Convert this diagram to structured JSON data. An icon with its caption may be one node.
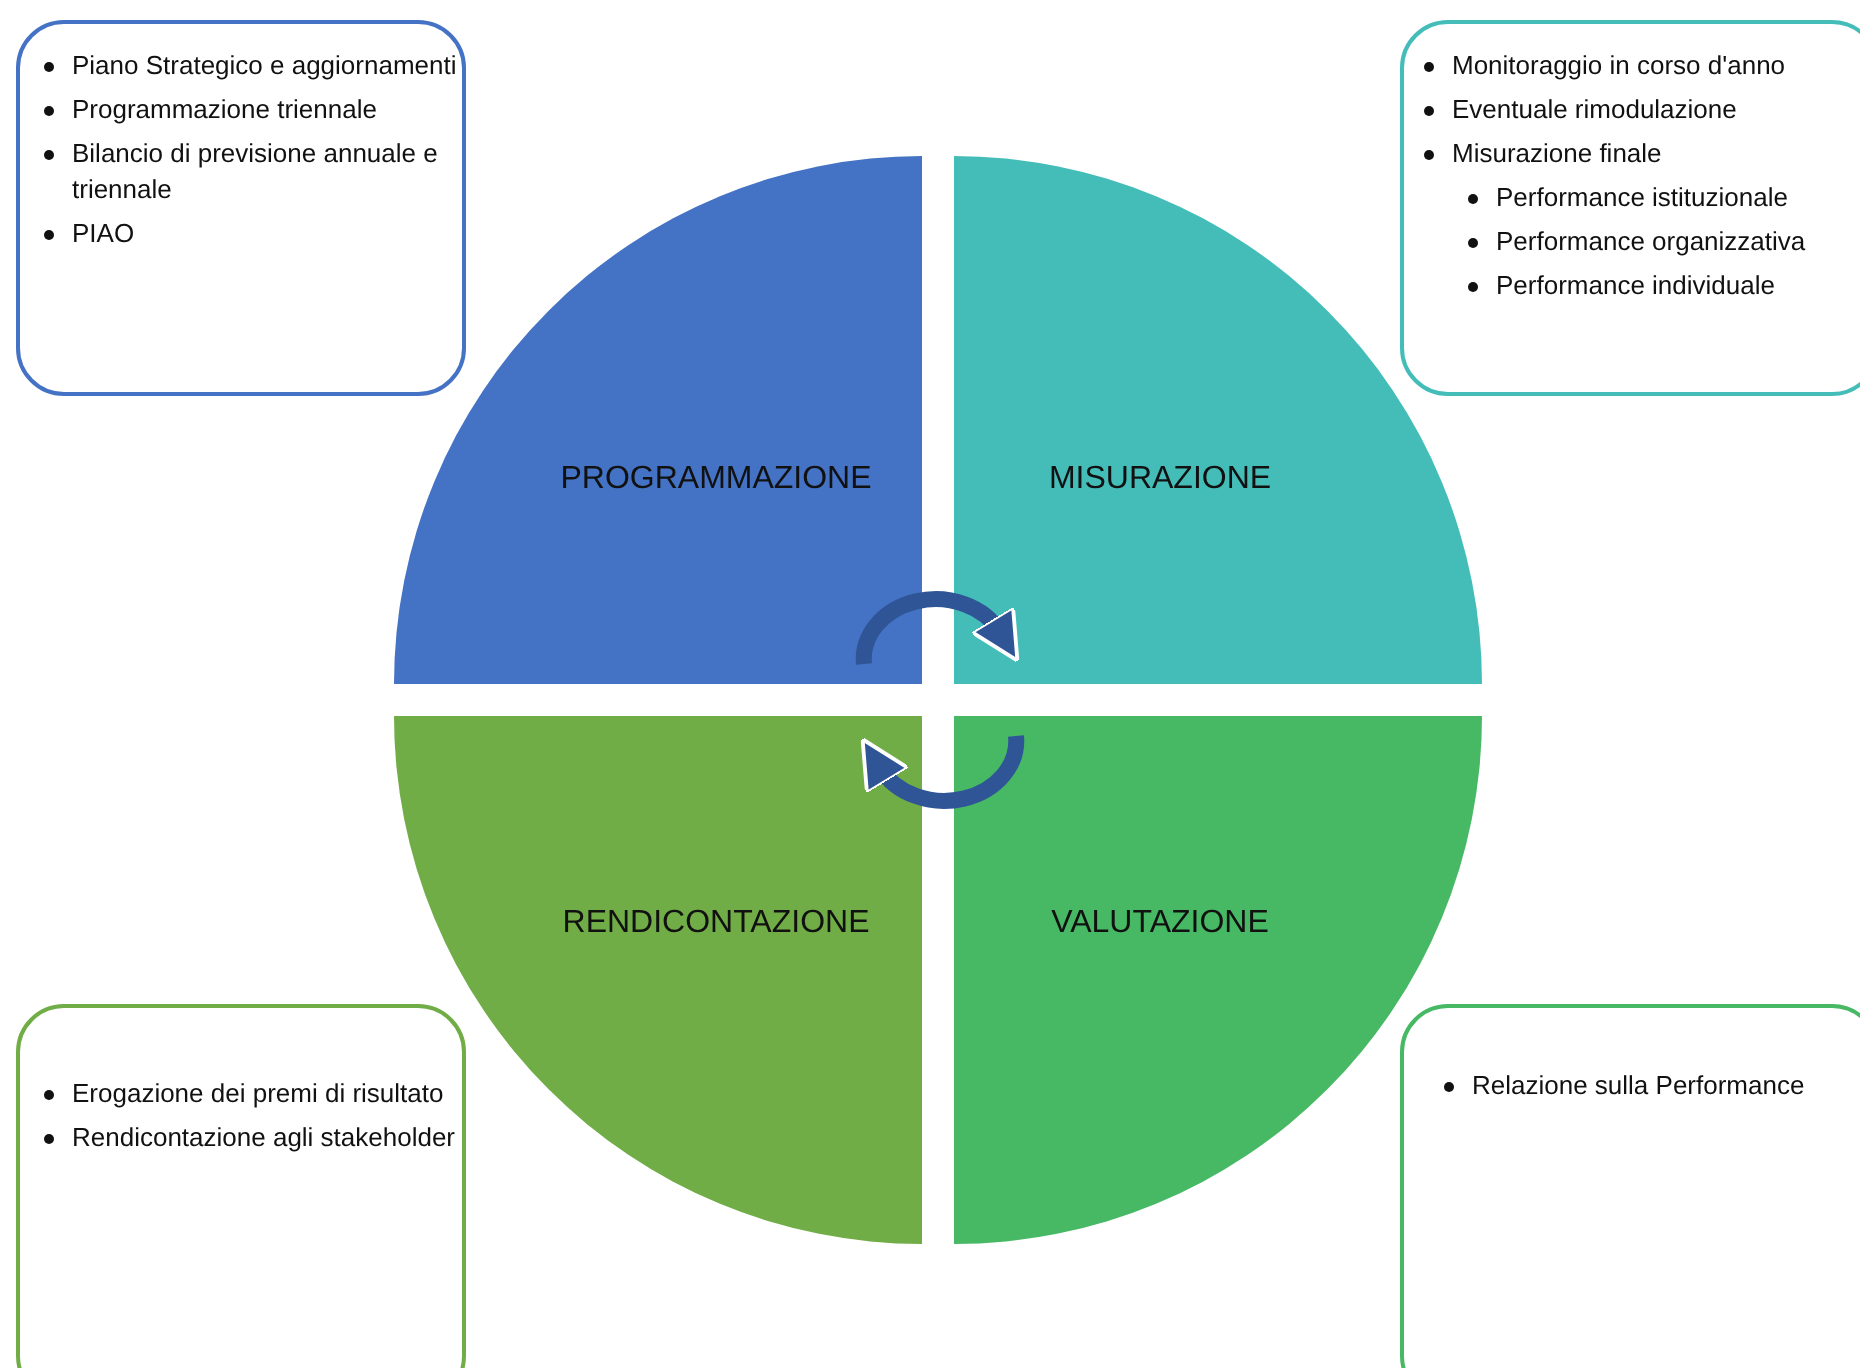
{
  "diagram": {
    "nodes": [
      {
        "text": [
          "Piano Strategico e aggiornamenti",
          "Programmazione triennale",
          "Bilancio di previsione annuale e triennale",
          "PIAO"
        ]
      },
      {
        "text": [
          "Monitoraggio in corso d'anno",
          "Eventuale rimodulazione",
          "Misurazione finale",
          "Performance istituzionale",
          "Performance organizzativa",
          "Performance individuale"
        ]
      },
      {
        "text": [
          "PROGRAMMAZIONE"
        ]
      },
      {
        "text": [
          "MISURAZIONE"
        ]
      },
      {
        "text": [
          "RENDICONTAZIONE"
        ]
      },
      {
        "text": [
          "VALUTAZIONE"
        ]
      },
      {
        "text": [
          "Erogazione dei premi di risultato",
          "Rendicontazione agli stakeholder"
        ]
      },
      {
        "text": [
          "Relazione sulla Performance"
        ]
      }
    ],
    "edges": [
      {
        "from": 2,
        "to": 3,
        "arrow": "to"
      },
      {
        "from": 5,
        "to": 4,
        "arrow": "to"
      }
    ]
  }
}
